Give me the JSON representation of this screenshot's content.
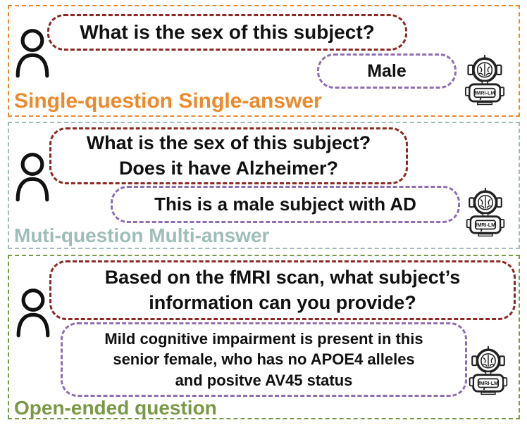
{
  "colors": {
    "panel1": "#ea8a2c",
    "panel2": "#9fbdb8",
    "panel3": "#7a9947",
    "question_border": "#8b2a24",
    "answer_border": "#8f6fb1"
  },
  "panel1": {
    "title": "Single-question Single-answer",
    "question": "What is the sex of this subject?",
    "answer": "Male"
  },
  "panel2": {
    "title": "Muti-question Multi-answer",
    "question": "What is the sex of this subject?\nDoes it have Alzheimer?",
    "answer": "This is a male subject with AD"
  },
  "panel3": {
    "title": "Open-ended question",
    "question": "Based on the fMRI scan, what subject’s\ninformation can you provide?",
    "answer": "Mild cognitive impairment is present in this\nsenior female, who has no APOE4 alleles\nand positve AV45 status"
  },
  "robot_label": "fMRI-LM"
}
